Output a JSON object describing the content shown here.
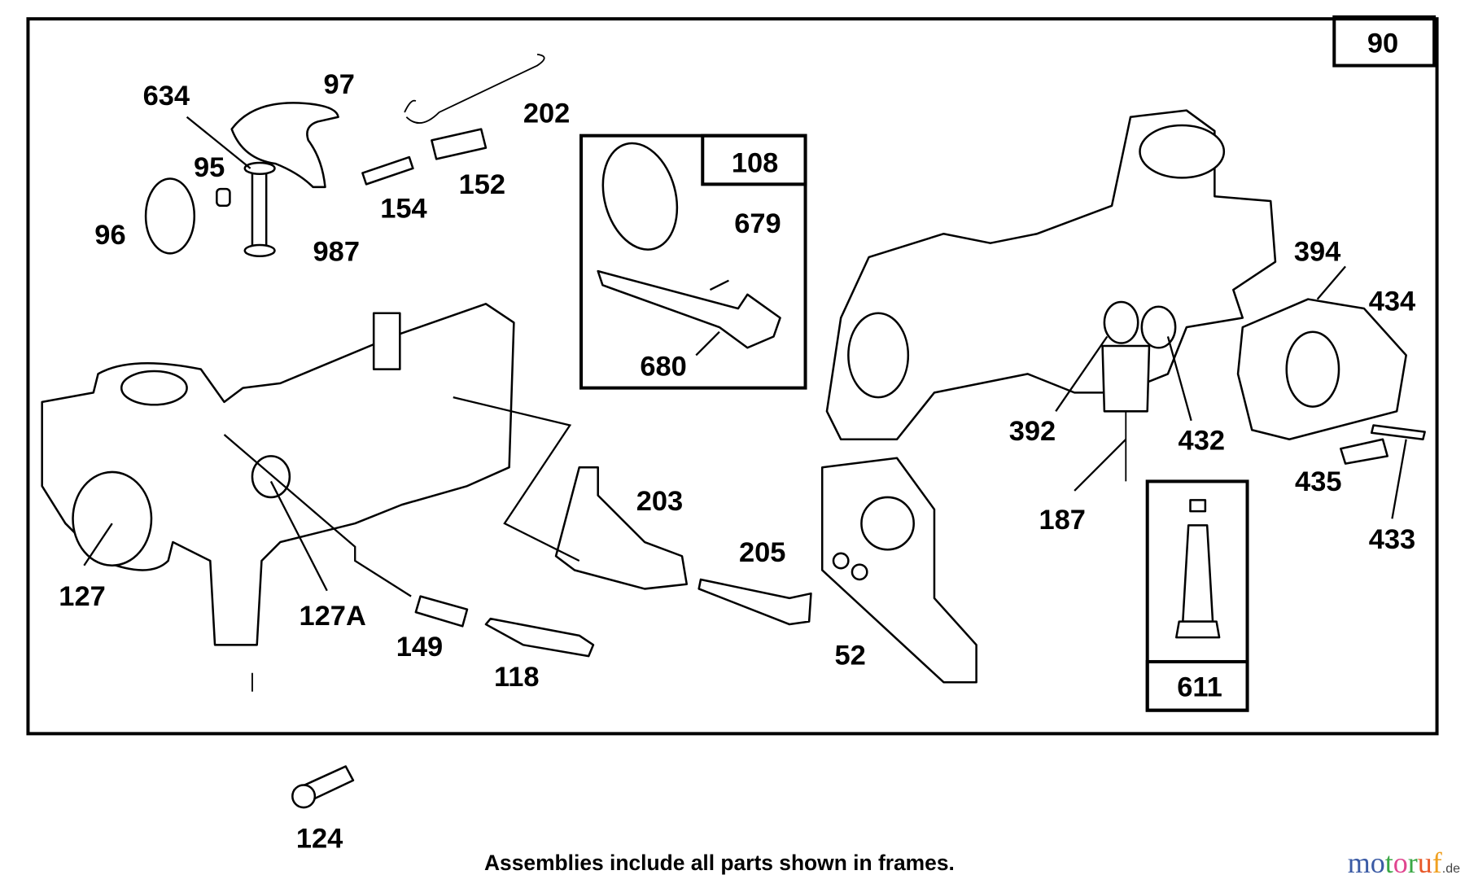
{
  "diagram": {
    "main_frame_label": "90",
    "sub_frames": [
      {
        "label": "108",
        "parts": [
          "679",
          "680"
        ]
      },
      {
        "label": "611",
        "parts": []
      }
    ],
    "part_labels": [
      "634",
      "97",
      "202",
      "95",
      "152",
      "154",
      "96",
      "987",
      "679",
      "680",
      "394",
      "434",
      "392",
      "432",
      "435",
      "187",
      "433",
      "203",
      "205",
      "127",
      "127A",
      "149",
      "118",
      "52",
      "124"
    ],
    "caption": "Assemblies include all parts shown in frames.",
    "watermark": {
      "text": "motoruf",
      "suffix": ".de",
      "colors": [
        "#3b5ba5",
        "#3b5ba5",
        "#3aa845",
        "#e0458f",
        "#3aa845",
        "#e85a2a",
        "#f0a020",
        "#f5c000"
      ]
    }
  }
}
